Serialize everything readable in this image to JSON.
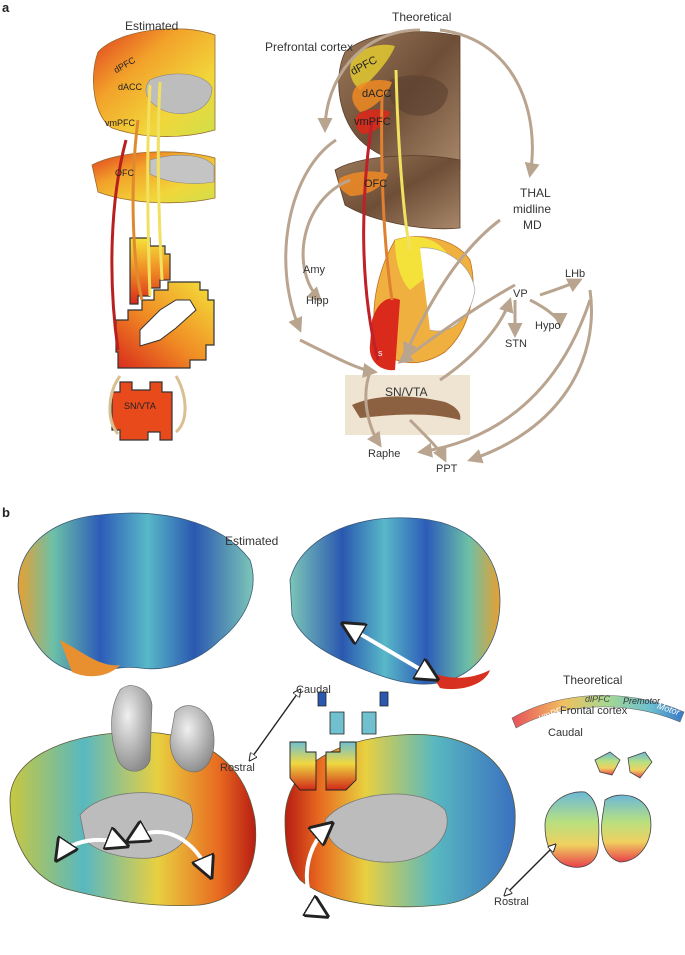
{
  "panel_a": {
    "letter": "a",
    "estimated_title": "Estimated",
    "theoretical_title": "Theoretical",
    "prefrontal_label": "Prefrontal cortex",
    "est_dpfc": "dPFC",
    "est_dacc": "dACC",
    "est_vmpfc": "vmPFC",
    "est_ofc": "OFC",
    "est_snvta": "SN/VTA",
    "th_dpfc": "dPFC",
    "th_dacc": "dACC",
    "th_vmpfc": "vmPFC",
    "th_ofc": "OFC",
    "thal_1": "THAL",
    "thal_2": "midline",
    "thal_3": "MD",
    "amy": "Amy",
    "hipp": "Hipp",
    "vp": "VP",
    "lhb": "LHb",
    "hypo": "Hypo",
    "stn": "STN",
    "s": "s",
    "snvta": "SN/VTA",
    "raphe": "Raphe",
    "ppt": "PPT"
  },
  "panel_b": {
    "letter": "b",
    "estimated_title": "Estimated",
    "caudal": "Caudal",
    "rostral": "Rostral",
    "theoretical_title": "Theoretical",
    "frontal_cortex": "Frontal cortex",
    "arc_vmpfc": "vmPFC",
    "arc_dlpfc": "dlPFC",
    "arc_premotor": "Premotor",
    "arc_motor": "Motor",
    "th_caudal": "Caudal",
    "th_rostral": "Rostral"
  },
  "colors": {
    "arrow_brown": "#b9a48f",
    "hot_red": "#d92a1c",
    "hot_orange": "#f08a24",
    "hot_yellow": "#f4e23a",
    "cool_blue": "#2050b0",
    "teal": "#4fb3b0",
    "brain_gray": "#b8b8b8",
    "anatomy_brown": "#7a5a42"
  }
}
